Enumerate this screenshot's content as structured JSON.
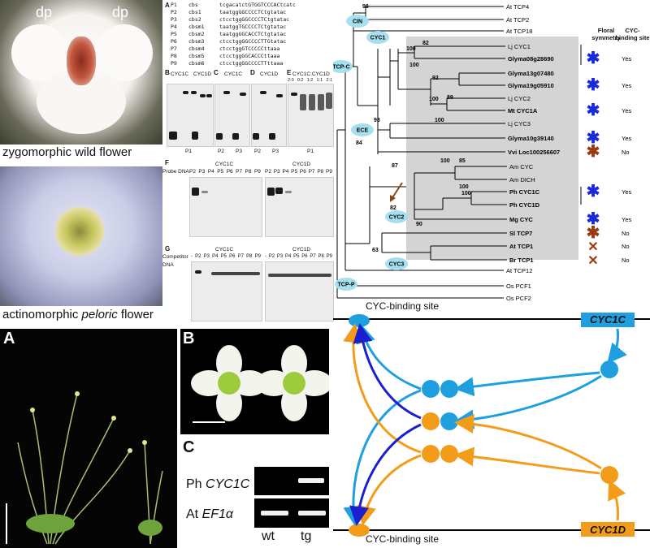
{
  "photos": {
    "wild_label": "zygomorphic wild flower",
    "dp1": "dp",
    "dp2": "dp",
    "peloric_label_a": "actinomorphic ",
    "peloric_label_b": "peloric",
    "peloric_label_c": " flower"
  },
  "panelA_seq": {
    "label": "A",
    "rows": [
      {
        "id": "P1",
        "name": "cbs",
        "seq": "tcgacatctGTGGTCCCACtcatc"
      },
      {
        "id": "P2",
        "name": "cbs1",
        "seq": "taatggGGCCCCTCtgtatac"
      },
      {
        "id": "P3",
        "name": "cbs2",
        "seq": "ctcctggGGCCCCTCtgtatac"
      },
      {
        "id": "P4",
        "name": "cbsm1",
        "seq": "taatggTGCCCCTCtgtatac"
      },
      {
        "id": "P5",
        "name": "cbsm2",
        "seq": "taatggGGCACCTCtgtatac"
      },
      {
        "id": "P6",
        "name": "cbsm3",
        "seq": "ctcctggGGCCCCTTGtatac"
      },
      {
        "id": "P7",
        "name": "cbsm4",
        "seq": "ctcctggGTCCCCCttaaa"
      },
      {
        "id": "P8",
        "name": "cbsm5",
        "seq": "ctcctggGGCACCCttaaa"
      },
      {
        "id": "P9",
        "name": "cbsm6",
        "seq": "ctcctggGGCCCCTTttaaa"
      }
    ]
  },
  "gels": {
    "B": {
      "label": "B",
      "c1": "CYC1C",
      "c2": "CYC1D",
      "signs": [
        "-",
        "+",
        "++",
        "-",
        "+",
        "++"
      ],
      "probe": "P1"
    },
    "C": {
      "label": "C",
      "title": "CYC1C",
      "signs": [
        "-",
        "+",
        "-",
        "+"
      ],
      "p1": "P2",
      "p2": "P3"
    },
    "D": {
      "label": "D",
      "title": "CYC1D",
      "signs": [
        "-",
        "+",
        "-",
        "+"
      ],
      "p1": "P2",
      "p2": "P3"
    },
    "E": {
      "label": "E",
      "title": "CYC1C:CYC1D",
      "ratios": [
        "2:0",
        "0:2",
        "1:2",
        "1:1",
        "2:1"
      ],
      "probe": "P1"
    },
    "F": {
      "label": "F",
      "probe_dna": "Probe DNA",
      "c1": "CYC1C",
      "c2": "CYC1D",
      "lanes": [
        "P2",
        "P3",
        "P4",
        "P5",
        "P6",
        "P7",
        "P8",
        "P9"
      ]
    },
    "G": {
      "label": "G",
      "competitor": "Competitor",
      "dna": "DNA",
      "c1": "CYC1C",
      "c2": "CYC1D",
      "lanes": [
        "-",
        "P2",
        "P3",
        "P4",
        "P5",
        "P6",
        "P7",
        "P8",
        "P9"
      ]
    }
  },
  "tree": {
    "col_symmetry": "Floral symmetry",
    "col_binding": "CYC-binding site",
    "clades": {
      "cin": "CIN",
      "cyc1": "CYC1",
      "tcpc": "TCP-C",
      "ece": "ECE",
      "cyc2": "CYC2",
      "cyc3": "CYC3",
      "tcpp": "TCP-P"
    },
    "taxa": [
      {
        "name": "At TCP4",
        "bold": false,
        "sym": "",
        "bind": ""
      },
      {
        "name": "At TCP2",
        "bold": false,
        "sym": "",
        "bind": ""
      },
      {
        "name": "At TCP18",
        "bold": false,
        "sym": "",
        "bind": ""
      },
      {
        "name": "Lj CYC1",
        "bold": false,
        "sym": "",
        "bind": ""
      },
      {
        "name": "Glyma08g28690",
        "bold": true,
        "sym": "blue",
        "bind": "Yes"
      },
      {
        "name": "Glyma13g07480",
        "bold": true,
        "sym": "",
        "bind": ""
      },
      {
        "name": "Glyma19g05910",
        "bold": true,
        "sym": "blue",
        "bind": "Yes"
      },
      {
        "name": "Lj CYC2",
        "bold": false,
        "sym": "",
        "bind": ""
      },
      {
        "name": "Mt CYC1A",
        "bold": true,
        "sym": "blue",
        "bind": "Yes"
      },
      {
        "name": "Lj CYC3",
        "bold": false,
        "sym": "",
        "bind": ""
      },
      {
        "name": "Glyma10g39140",
        "bold": true,
        "sym": "blue",
        "bind": "Yes"
      },
      {
        "name": "Vvi Loc100256607",
        "bold": true,
        "sym": "red",
        "bind": "No"
      },
      {
        "name": "Am CYC",
        "bold": false,
        "sym": "",
        "bind": ""
      },
      {
        "name": "Am DICH",
        "bold": false,
        "sym": "",
        "bind": ""
      },
      {
        "name": "Ph CYC1C",
        "bold": true,
        "sym": "blue",
        "bind": "Yes"
      },
      {
        "name": "Ph CYC1D",
        "bold": true,
        "sym": "",
        "bind": ""
      },
      {
        "name": "Mg CYC",
        "bold": true,
        "sym": "blue",
        "bind": "Yes"
      },
      {
        "name": "Sl TCP7",
        "bold": true,
        "sym": "redstar",
        "bind": "No"
      },
      {
        "name": "At TCP1",
        "bold": true,
        "sym": "redx",
        "bind": "No"
      },
      {
        "name": "Br TCP1",
        "bold": true,
        "sym": "redx",
        "bind": "No"
      },
      {
        "name": "At TCP12",
        "bold": false,
        "sym": "",
        "bind": ""
      },
      {
        "name": "Os PCF1",
        "bold": false,
        "sym": "",
        "bind": ""
      },
      {
        "name": "Os PCF2",
        "bold": false,
        "sym": "",
        "bind": ""
      }
    ],
    "bootstraps": [
      "98",
      "100",
      "82",
      "100",
      "92",
      "89",
      "100",
      "93",
      "84",
      "100",
      "100",
      "85",
      "100",
      "87",
      "100",
      "82",
      "90",
      "63"
    ]
  },
  "bottom": {
    "A": "A",
    "B": "B",
    "C": "C",
    "ph_label_a": "Ph ",
    "ph_label_b": "CYC1C",
    "at_label_a": "At ",
    "at_label_b": "EF1α",
    "wt": "wt",
    "tg": "tg"
  },
  "model": {
    "top_site": "CYC-binding site",
    "bottom_site": "CYC-binding site",
    "cyc1c": "CYC1C",
    "cyc1d": "CYC1D",
    "colors": {
      "blue": "#1e9fe0",
      "orange": "#f39c1a",
      "darkblue": "#1a1fd0"
    }
  }
}
